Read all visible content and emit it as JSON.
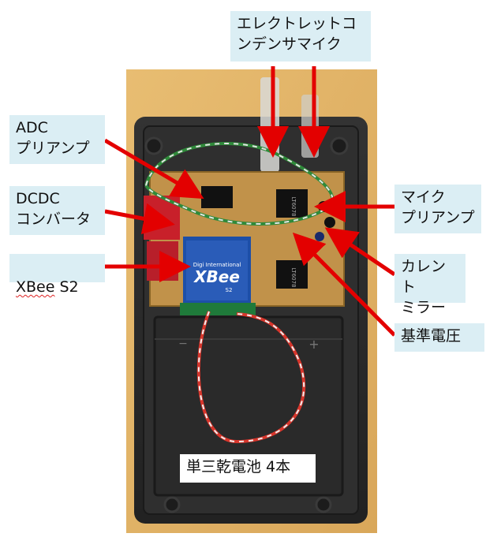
{
  "labels": {
    "mic": "エレクトレットコ\nンデンサマイク",
    "adc": "ADC\nプリアンプ",
    "dcdc": "DCDC\nコンバータ",
    "xbee_prefix": "XBee",
    "xbee_suffix": " S2",
    "mic_preamp": "マイク\nプリアンプ",
    "current_mirror": "カレント\nミラー",
    "vref": "基準電圧",
    "battery": "単三乾電池 4本"
  },
  "module": {
    "brand": "Digi International",
    "name": "XBee",
    "model": "S2"
  },
  "colors": {
    "arrow": "#e30000",
    "label_bg": "#dbeef4",
    "wood": "#e3b464",
    "case": "#2b2b2b",
    "pcb": "#b88a3e",
    "xbee_blue": "#1d4fa8"
  }
}
